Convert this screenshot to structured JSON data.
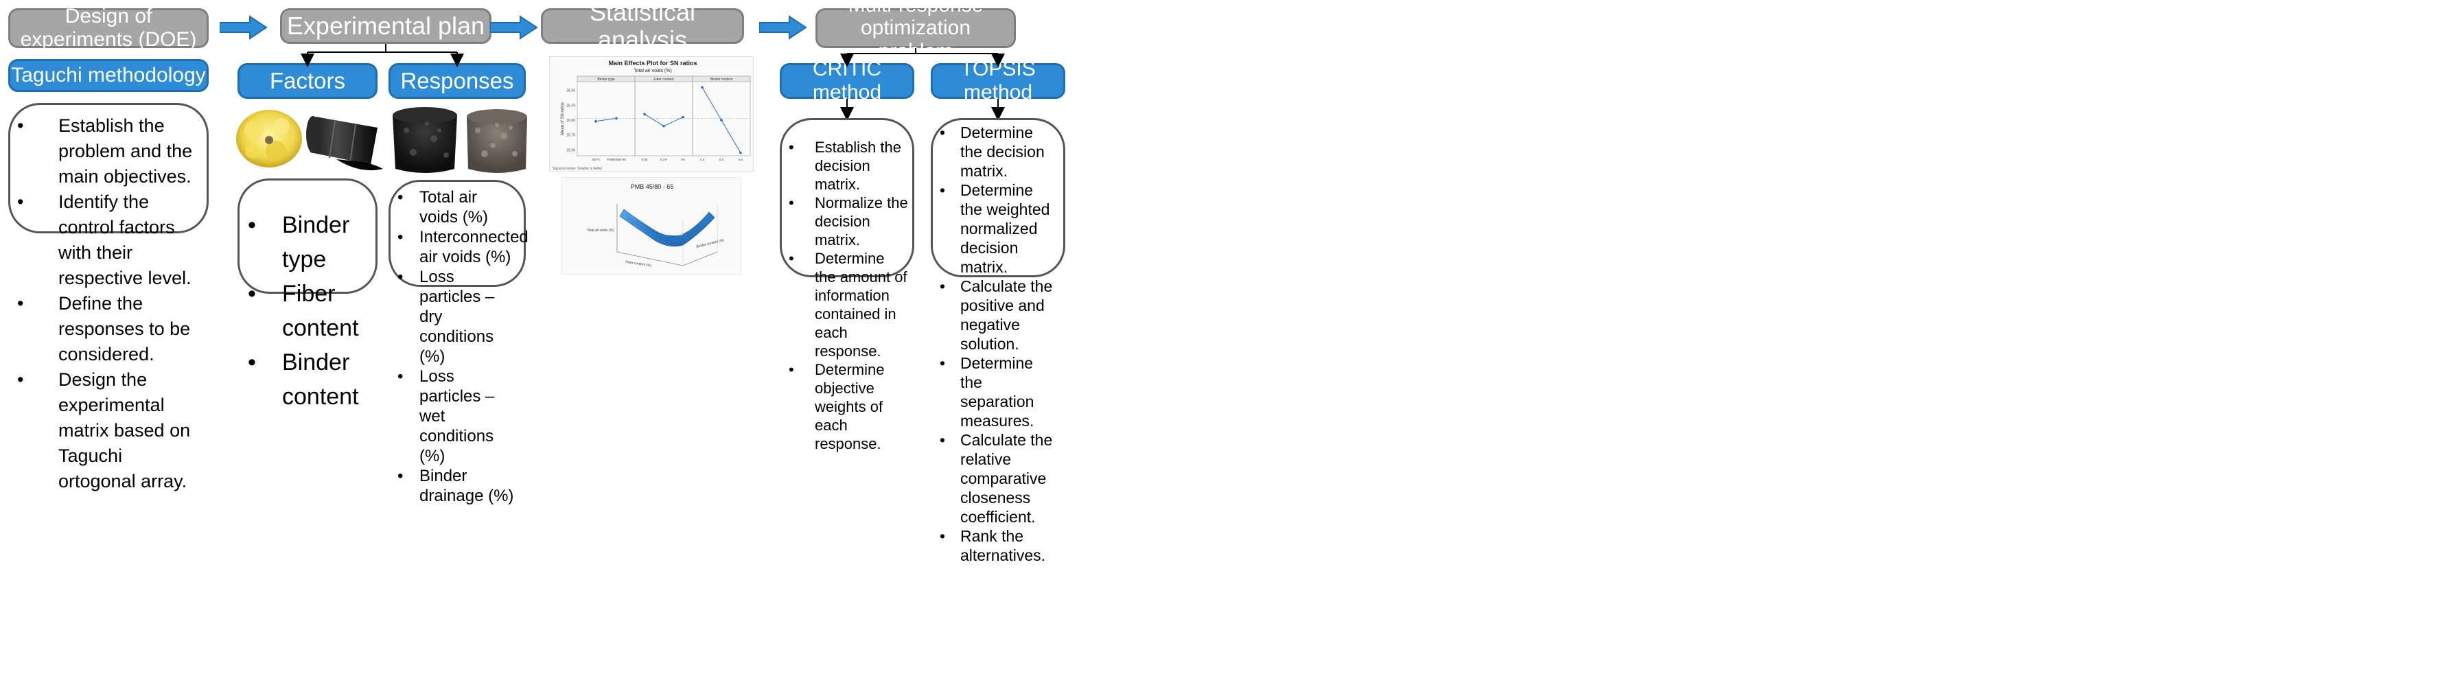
{
  "stages": {
    "doe": "Design of experiments (DOE)",
    "plan": "Experimental plan",
    "stats": "Statistical analysis",
    "mrop": "Multi-response optimization problem"
  },
  "methods": {
    "taguchi": "Taguchi methodology",
    "factors": "Factors",
    "responses": "Responses",
    "critic": "CRITIC method",
    "topsis": "TOPSIS method"
  },
  "taguchi_steps": [
    "Establish the problem and the main objectives.",
    "Identify the control factors with their respective level.",
    "Define the responses to be considered.",
    "Design the experimental matrix based on Taguchi ortogonal array."
  ],
  "factors_list": [
    "Binder type",
    "Fiber content",
    "Binder content"
  ],
  "responses_list": [
    "Total air voids (%)",
    "Interconnected air voids (%)",
    "Loss particles – dry conditions (%)",
    "Loss particles – wet conditions (%)",
    "Binder drainage (%)"
  ],
  "critic_steps": [
    "Establish the decision matrix.",
    "Normalize the decision matrix.",
    "Determine the amount of information contained in each response.",
    "Determine objective weights of each response."
  ],
  "topsis_steps": [
    "Determine the decision matrix.",
    "Determine the weighted normalized decision matrix.",
    "Calculate the positive and negative solution.",
    "Determine the separation measures.",
    "Calculate the relative comparative closeness coefficient.",
    "Rank the alternatives."
  ],
  "main_effects": {
    "title": "Main Effects Plot for SN ratios",
    "subtitle": "Total air voids (%)",
    "ylabel": "Mean of SN ratios",
    "footnote": "Signal-to-noise: Smaller is better",
    "panels": [
      "Binder type",
      "Fiber content",
      "Binder content"
    ],
    "yticks": [
      "26.50",
      "26.25",
      "26.00",
      "25.75",
      "25.50"
    ],
    "xticks": [
      "50/70",
      "PMB45/80-65",
      "0.00",
      "0.1%",
      "0%",
      "4.5",
      "5.0",
      "5.5"
    ]
  },
  "surface": {
    "title": "PMB 45/80 - 65",
    "zlabel": "Total air voids (%)",
    "xlabel": "Fiber content (%)",
    "ylabel": "Binder content (%)"
  },
  "chart_data": {
    "type": "line",
    "title": "Main Effects Plot for SN ratios",
    "subtitle": "Total air voids (%)",
    "ylabel": "Mean of SN ratios",
    "ylim": [
      25.4,
      26.6
    ],
    "reference_line": 26.03,
    "series": [
      {
        "name": "Binder type",
        "x": [
          "50/70",
          "PMB45/80-65"
        ],
        "values": [
          25.98,
          26.03
        ]
      },
      {
        "name": "Fiber content",
        "x": [
          "0.00",
          "0.1%",
          "0%"
        ],
        "values": [
          26.1,
          25.9,
          26.05
        ]
      },
      {
        "name": "Binder content",
        "x": [
          "4.5",
          "5.0",
          "5.5"
        ],
        "values": [
          26.55,
          26.0,
          25.45
        ]
      }
    ]
  },
  "colors": {
    "stage_box": "#a6a6a6",
    "method_box": "#2e8bd6",
    "flow_arrow": "#2e8bd6"
  }
}
